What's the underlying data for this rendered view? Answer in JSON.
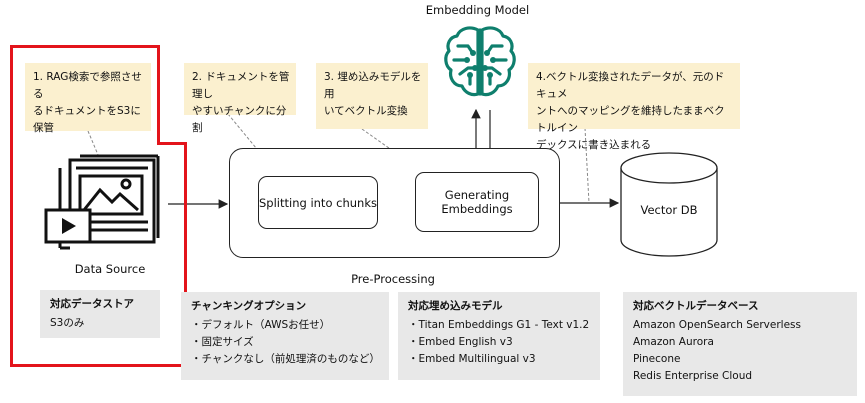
{
  "embedding_model_label": "Embedding Model",
  "data_source_label": "Data Source",
  "pre_processing_label": "Pre-Processing",
  "process_steps": {
    "split": "Splitting into chunks",
    "embed": "Generating\nEmbeddings",
    "vector_db": "Vector DB"
  },
  "notes": [
    "1. RAG検索で参照させる\nるドキュメントをS3に保管",
    "2. ドキュメントを管理し\nやすいチャンクに分割",
    "3. 埋め込みモデルを用\nいてベクトル変換",
    "4.ベクトル変換されたデータが、元のドキュメ\nントへのマッピングを維持したままベクトルイン\nデックスに書き込まれる"
  ],
  "supported_datastores": {
    "heading": "対応データストア",
    "items": [
      "S3のみ"
    ]
  },
  "chunking_options": {
    "heading": "チャンキングオプション",
    "items": [
      "・デフォルト（AWSお任せ）",
      "・固定サイズ",
      "・チャンクなし（前処理済のものなど）"
    ]
  },
  "embedding_models": {
    "heading": "対応埋め込みモデル",
    "items": [
      "・Titan Embeddings G1 - Text v1.2",
      "・Embed English v3",
      "・Embed Multilingual v3"
    ]
  },
  "vector_databases": {
    "heading": "対応ベクトルデータベース",
    "items": [
      "Amazon OpenSearch Serverless",
      "Amazon Aurora",
      "Pinecone",
      "Redis Enterprise Cloud"
    ]
  },
  "colors": {
    "highlight_border": "#e3141b",
    "note_bg": "#fbf0cf",
    "info_bg": "#e8e8e8",
    "model_icon": "#0f7f6d"
  },
  "icons": {
    "data_source": "document-image-video-icon",
    "embedding_model": "brain-circuit-icon",
    "vector_db": "database-cylinder-icon"
  }
}
